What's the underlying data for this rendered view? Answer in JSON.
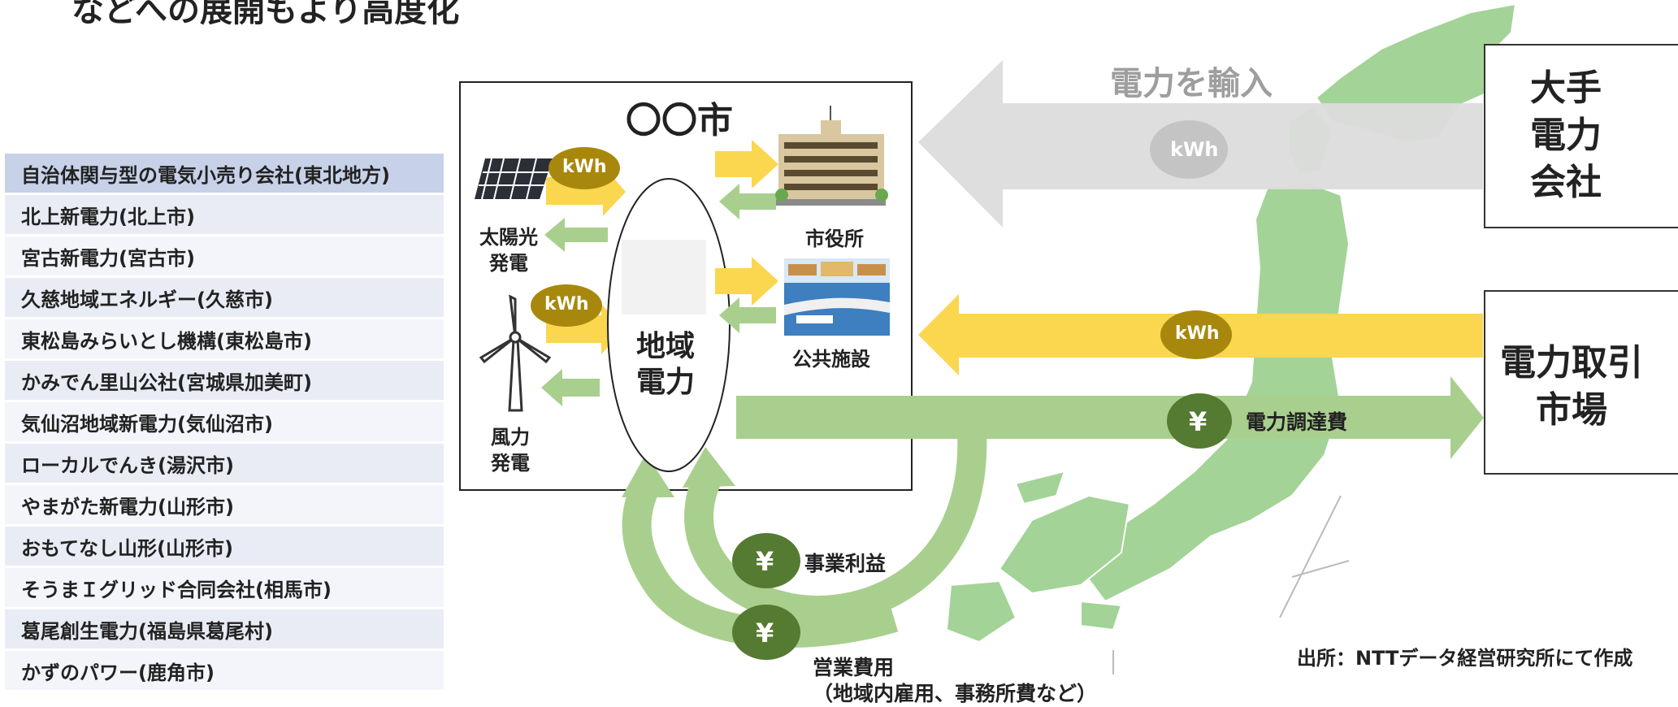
{
  "heading_fragment": "などへの展開もより高度化",
  "table": {
    "header": "自治体関与型の電気小売り会社(東北地方)",
    "rows": [
      "北上新電力(北上市)",
      "宮古新電力(宮古市)",
      "久慈地域エネルギー(久慈市)",
      "東松島みらいとし機構(東松島市)",
      "かみでん里山公社(宮城県加美町)",
      "気仙沼地域新電力(気仙沼市)",
      "ローカルでんき(湯沢市)",
      "やまがた新電力(山形市)",
      "おもてなし山形(山形市)",
      "そうまＩグリッド合同会社(相馬市)",
      "葛尾創生電力(福島県葛尾村)",
      "かずのパワー(鹿角市)"
    ]
  },
  "city": {
    "title": "〇〇市",
    "solar": "太陽光\n発電",
    "wind": "風力\n発電",
    "hub": "地域\n電力",
    "city_hall": "市役所",
    "public_facility": "公共施設",
    "kwh": "kWh"
  },
  "import": {
    "label": "電力を輸入",
    "kwh": "kWh",
    "company": "大手\n電力\n会社"
  },
  "market": {
    "kwh": "kWh",
    "yen": "¥",
    "cost_label": "電力調達費",
    "name": "電力取引\n市場"
  },
  "flows": {
    "profit_yen": "¥",
    "profit_label": "事業利益",
    "opex_yen": "¥",
    "opex_label": "営業費用",
    "opex_detail": "（地域内雇用、事務所費など）"
  },
  "source": "出所：NTTデータ経営研究所にて作成",
  "colors": {
    "yellow_arrow": "#fbd64f",
    "green_arrow": "#a9cf8e",
    "gray_arrow": "#dcdcdc",
    "kwh_badge": "#a8880c",
    "yen_badge": "#557a31",
    "map_fill": "#9dce8e"
  }
}
